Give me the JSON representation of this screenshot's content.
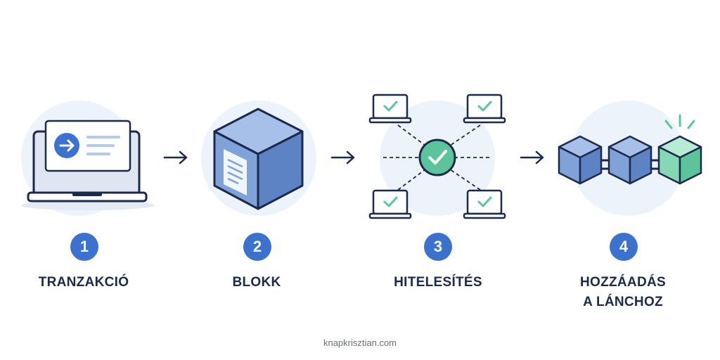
{
  "steps": [
    {
      "number": "1",
      "label": "TRANZAKCIÓ",
      "icon": "laptop-transaction-icon"
    },
    {
      "number": "2",
      "label": "BLOKK",
      "icon": "cube-document-icon"
    },
    {
      "number": "3",
      "label": "HITELESÍTÉS",
      "icon": "network-validation-icon"
    },
    {
      "number": "4",
      "label_line1": "HOZZÁADÁS",
      "label_line2": "A LÁNCHOZ",
      "icon": "chain-blocks-icon"
    }
  ],
  "footer": "knapkrisztian.com",
  "colors": {
    "accent": "#3b72d0",
    "navy": "#1b2a4a",
    "halo": "#edf3fb",
    "cube_blue": "#7fa2d9",
    "check_green": "#5cc49a"
  }
}
